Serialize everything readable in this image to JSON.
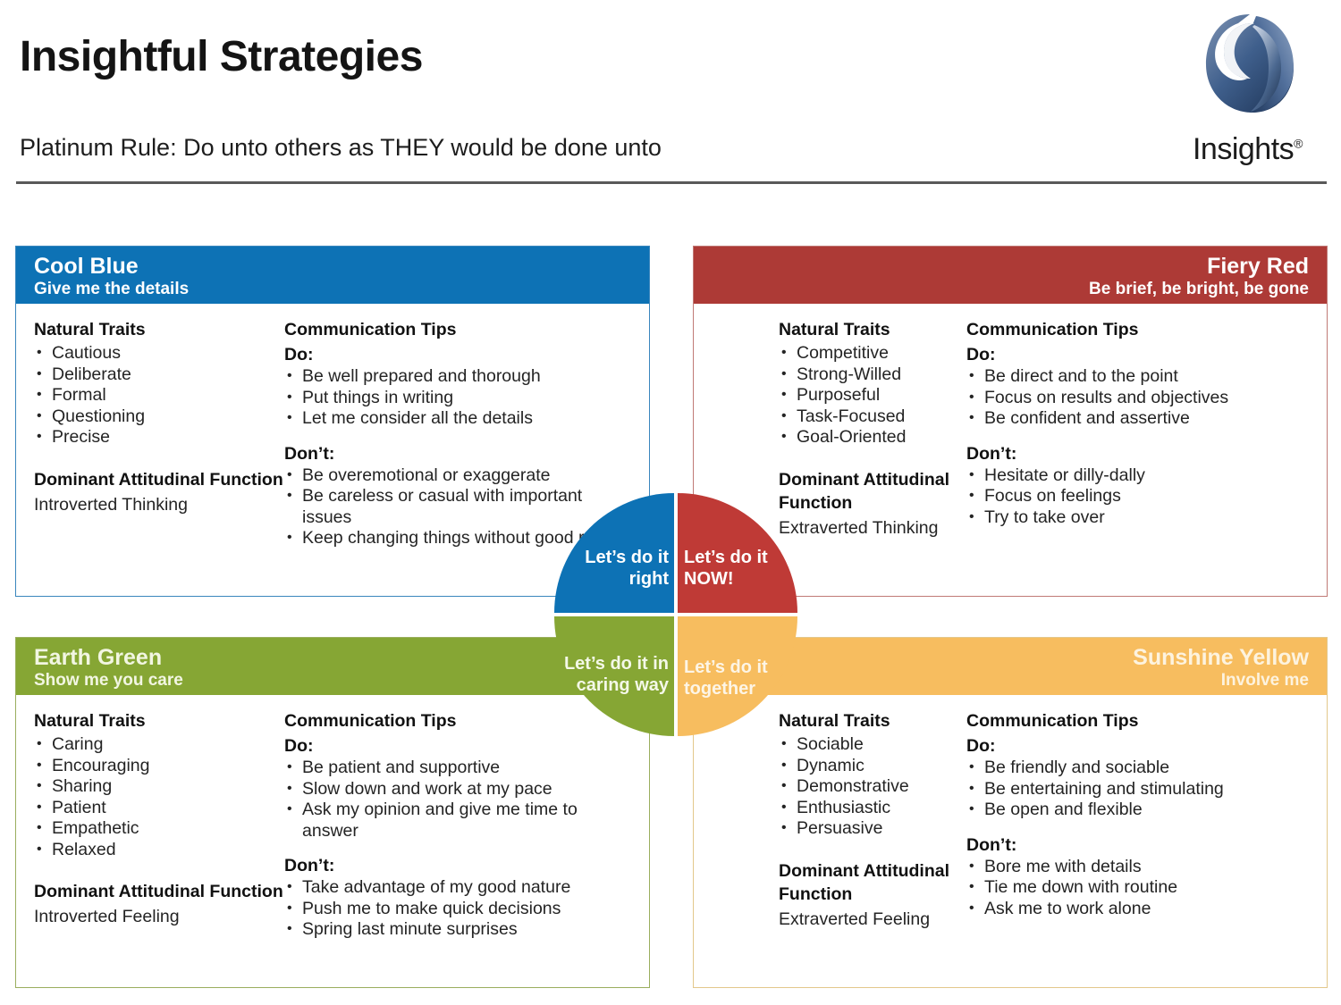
{
  "header": {
    "title": "Insightful Strategies",
    "subtitle": "Platinum Rule: Do unto others as THEY would be done unto",
    "logo_word": "Insights",
    "logo_reg": "®",
    "logo_icon": "insights-sphere-logo"
  },
  "colors": {
    "cool_blue": "#0d72b5",
    "fiery_red": "#ad3a36",
    "earth_green": "#86a634",
    "sunshine_yellow": "#f7bd5f",
    "wheel_red": "#bf3a36",
    "rule": "#595959"
  },
  "labels": {
    "natural_traits": "Natural Traits",
    "communication_tips": "Communication Tips",
    "do": "Do:",
    "dont": "Don’t:",
    "dominant_function": "Dominant Attitudinal Function"
  },
  "quadrants": {
    "blue": {
      "name": "Cool Blue",
      "tagline": "Give me the details",
      "traits": [
        "Cautious",
        "Deliberate",
        "Formal",
        "Questioning",
        "Precise"
      ],
      "function": "Introverted Thinking",
      "do": [
        "Be well prepared and thorough",
        "Put things in writing",
        "Let me consider all the details"
      ],
      "dont": [
        "Be overemotional or exaggerate",
        "Be careless or casual with important issues",
        "Keep changing things without good reason"
      ],
      "motto": "Let’s do it right"
    },
    "red": {
      "name": "Fiery Red",
      "tagline": "Be brief, be bright, be gone",
      "traits": [
        "Competitive",
        "Strong-Willed",
        "Purposeful",
        "Task-Focused",
        "Goal-Oriented"
      ],
      "function": "Extraverted Thinking",
      "do": [
        "Be direct and to the point",
        "Focus on results and objectives",
        "Be confident and assertive"
      ],
      "dont": [
        "Hesitate or dilly-dally",
        "Focus on feelings",
        "Try to take over"
      ],
      "motto": "Let’s do it NOW!"
    },
    "green": {
      "name": "Earth Green",
      "tagline": "Show me you care",
      "traits": [
        "Caring",
        "Encouraging",
        "Sharing",
        "Patient",
        "Empathetic",
        "Relaxed"
      ],
      "function": "Introverted Feeling",
      "do": [
        "Be patient and supportive",
        "Slow down and work at my pace",
        "Ask my opinion and give me time to answer"
      ],
      "dont": [
        "Take advantage of my good nature",
        "Push me to make quick decisions",
        "Spring last minute surprises"
      ],
      "motto": "Let’s do it in a caring way"
    },
    "yellow": {
      "name": "Sunshine Yellow",
      "tagline": "Involve me",
      "traits": [
        "Sociable",
        "Dynamic",
        "Demonstrative",
        "Enthusiastic",
        "Persuasive"
      ],
      "function": "Extraverted Feeling",
      "do": [
        "Be friendly and sociable",
        "Be entertaining and stimulating",
        "Be open and flexible"
      ],
      "dont": [
        "Bore me with details",
        "Tie me down with routine",
        "Ask me to work alone"
      ],
      "motto": "Let’s do it together"
    }
  }
}
